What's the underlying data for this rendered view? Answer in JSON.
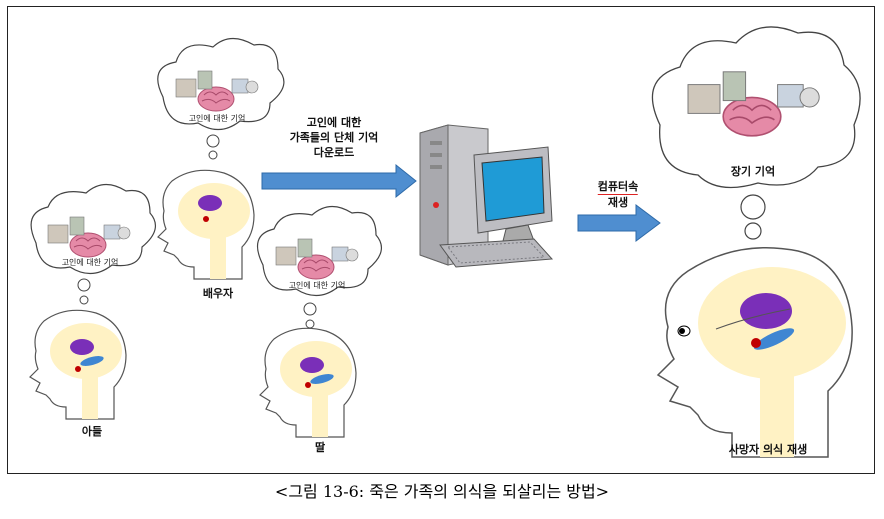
{
  "labels": {
    "son_memory": "고인에 대한 기억",
    "spouse_memory": "고인에 대한 기억",
    "daughter_memory": "고인에 대한 기억",
    "son": "아들",
    "spouse": "배우자",
    "daughter": "딸",
    "download_line1": "고인에 대한",
    "download_line2": "가족들의 단체 기억",
    "download_line3": "다운로드",
    "computer_line1": "컴퓨터속",
    "computer_line2": "재생",
    "long_term_memory": "장기 기억",
    "restore": "사망자 의식 재생"
  },
  "caption": "<그림 13-6: 죽은 가족의 의식을 되살리는 방법>",
  "colors": {
    "brain": "#fff2c4",
    "purple": "#7a2fb8",
    "blue_lobe": "#3f86d2",
    "red_dot": "#c00000",
    "arrow": "#4f8ed0",
    "monitor": "#1f9bd6"
  },
  "icons": [
    "thought-cloud-icon",
    "brain-icon",
    "head-silhouette-icon",
    "arrow-icon",
    "computer-icon"
  ]
}
